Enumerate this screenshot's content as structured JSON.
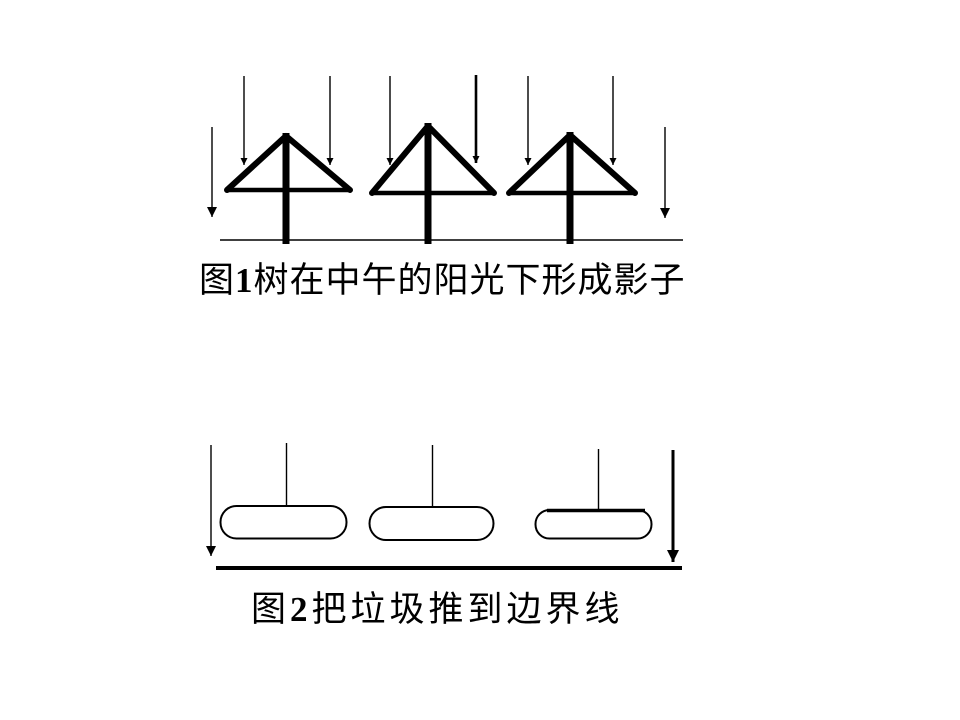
{
  "colors": {
    "background": "#ffffff",
    "ink": "#000000"
  },
  "figure1": {
    "caption": {
      "prefix": "图",
      "number": "1",
      "text": "树在中午的阳光下形成影子"
    },
    "tree_count": 3,
    "sunlight_ray_count": 6,
    "side_arrow_count": 2
  },
  "figure2": {
    "caption": {
      "prefix": "图",
      "number": "2",
      "text": "把垃圾推到边界线"
    },
    "trash_capsule_count": 3,
    "side_arrow_count": 2
  }
}
